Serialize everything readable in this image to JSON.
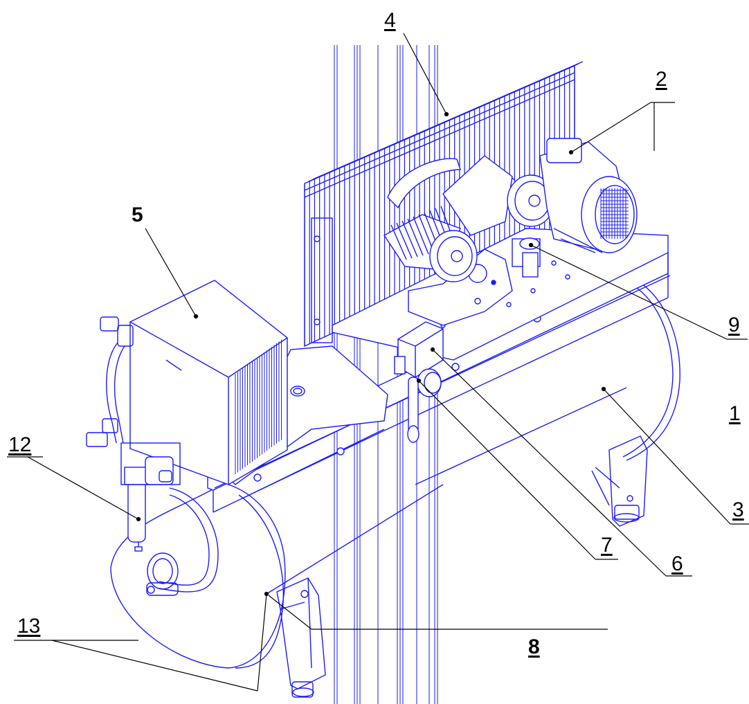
{
  "colors": {
    "drawing": "#1a1aff",
    "leader": "#000000",
    "background": "#ffffff"
  },
  "callouts": {
    "c1": "1",
    "c2": "2",
    "c3": "3",
    "c4": "4",
    "c5": "5",
    "c6": "6",
    "c7": "7",
    "c8": "8",
    "c9": "9",
    "c12": "12",
    "c13": "13"
  }
}
